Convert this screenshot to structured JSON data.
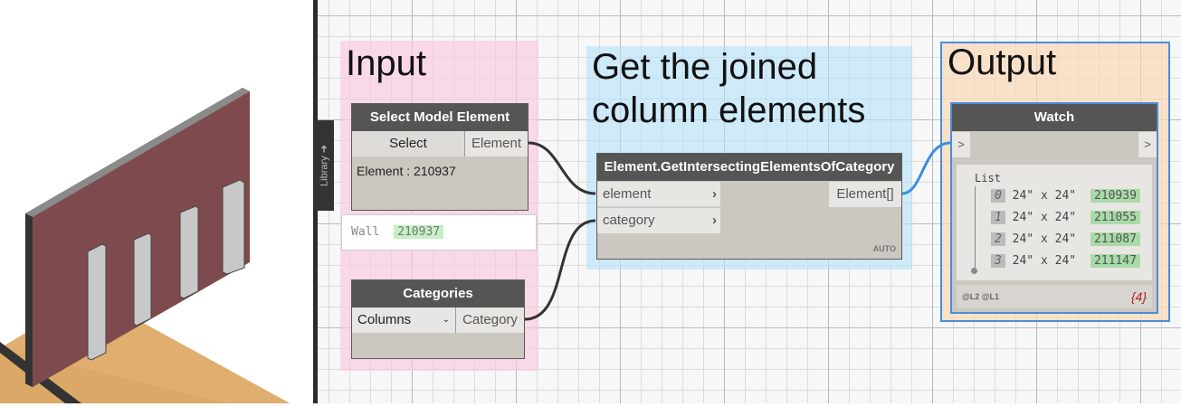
{
  "library_tab": {
    "label": "Library ➜"
  },
  "groups": {
    "input": {
      "title": "Input",
      "color": "#f9c8e0"
    },
    "middle": {
      "title_line1": "Get the joined",
      "title_line2": "column elements",
      "color": "#b4e1fa"
    },
    "output": {
      "title": "Output",
      "color": "#fcd6b2"
    }
  },
  "select_node": {
    "title": "Select Model Element",
    "select_button": "Select",
    "output_port": "Element",
    "value": "Element : 210937",
    "preview_type": "Wall",
    "preview_id": "210937"
  },
  "categories_node": {
    "title": "Categories",
    "dropdown_value": "Columns",
    "output_port": "Category"
  },
  "intersect_node": {
    "title": "Element.GetIntersectingElementsOfCategory",
    "inputs": [
      {
        "label": "element"
      },
      {
        "label": "category"
      }
    ],
    "output_port": "Element[]",
    "lacing": "AUTO"
  },
  "watch_node": {
    "title": "Watch",
    "in_port": ">",
    "out_port": ">",
    "list_label": "List",
    "items": [
      {
        "index": "0",
        "name": "24\" x 24\"",
        "id": "210939"
      },
      {
        "index": "1",
        "name": "24\" x 24\"",
        "id": "211055"
      },
      {
        "index": "2",
        "name": "24\" x 24\"",
        "id": "211087"
      },
      {
        "index": "3",
        "name": "24\" x 24\"",
        "id": "211147"
      }
    ],
    "levels": "@L2 @L1",
    "count": "{4}"
  }
}
